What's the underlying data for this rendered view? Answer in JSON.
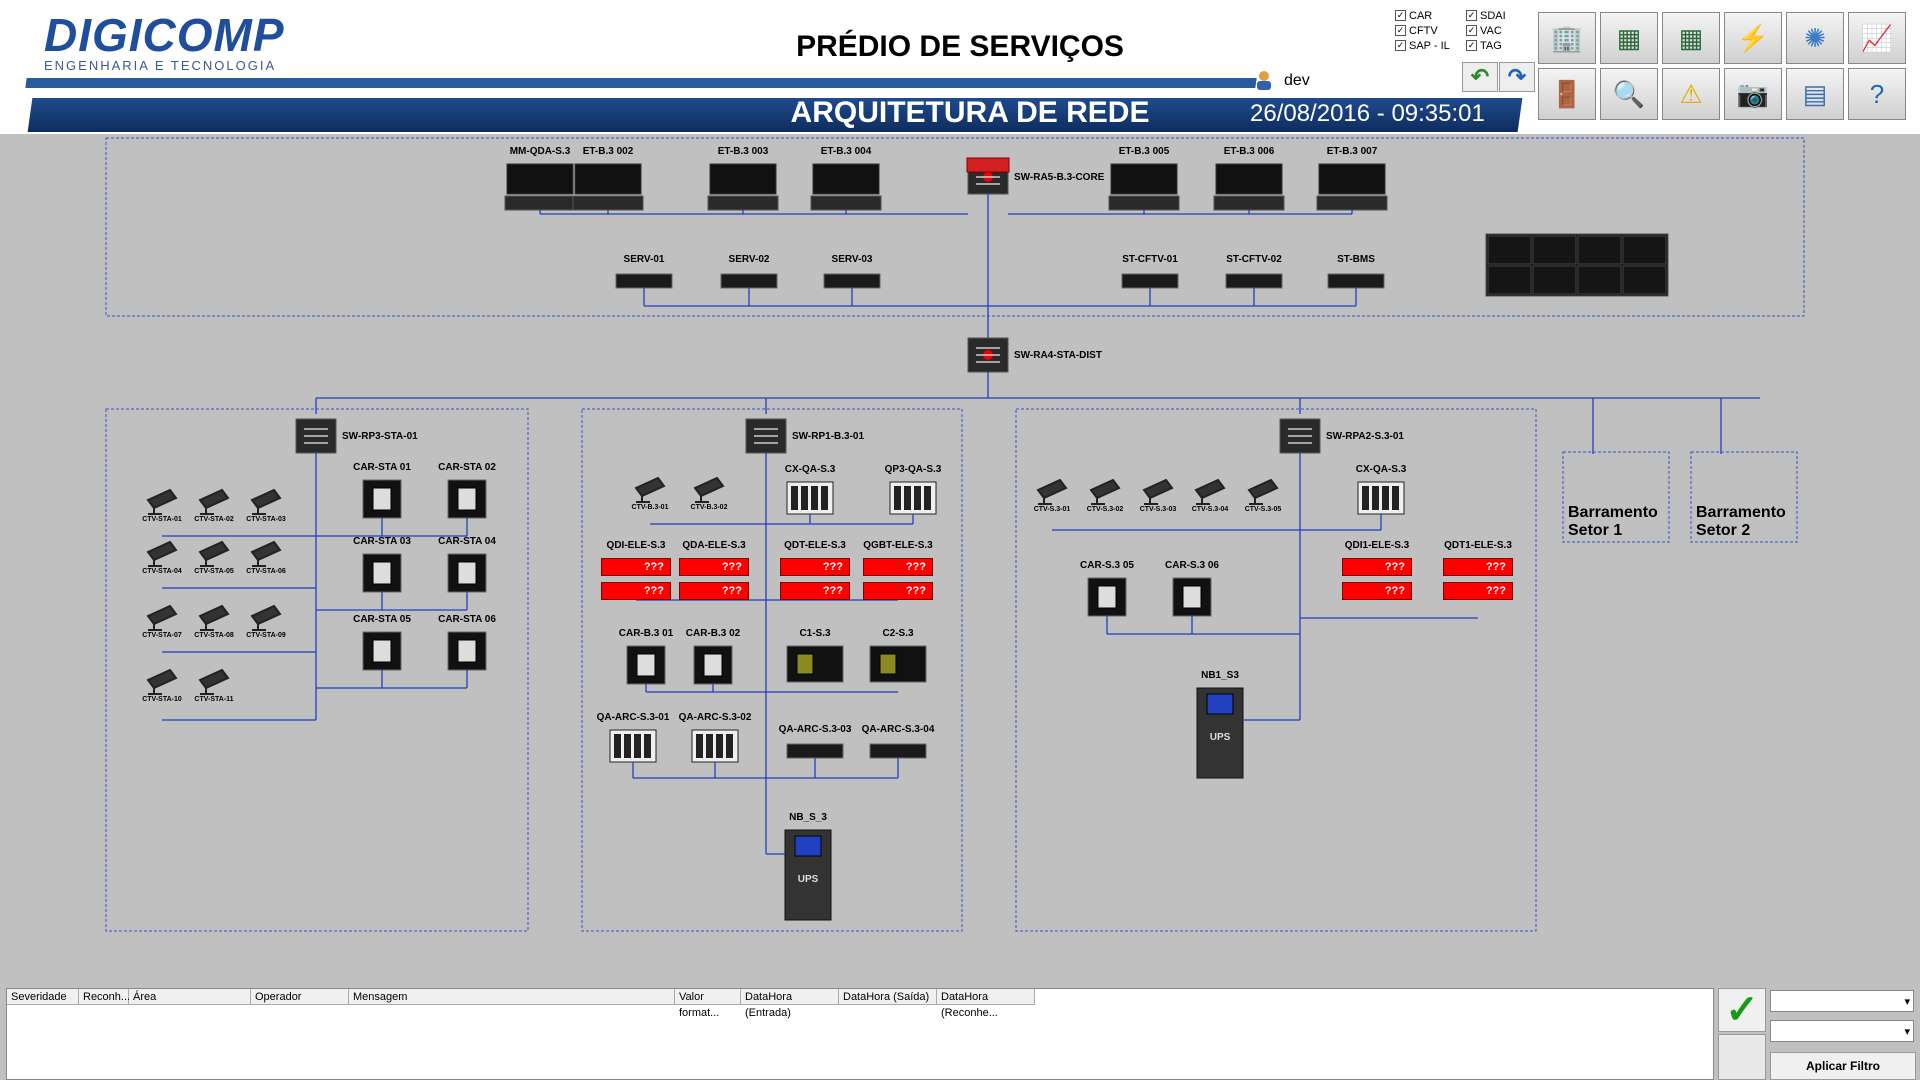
{
  "header": {
    "logo": "DIGICOMP",
    "logo_sub": "ENGENHARIA E TECNOLOGIA",
    "title": "PRÉDIO DE SERVIÇOS",
    "subtitle": "ARQUITETURA DE REDE",
    "datetime": "26/08/2016 - 09:35:01",
    "user": "dev"
  },
  "filters": [
    {
      "label": "CAR",
      "checked": true
    },
    {
      "label": "CFTV",
      "checked": true
    },
    {
      "label": "SAP - IL",
      "checked": true
    },
    {
      "label": "SDAI",
      "checked": true
    },
    {
      "label": "VAC",
      "checked": true
    },
    {
      "label": "TAG",
      "checked": true
    }
  ],
  "toolbar": {
    "row1": [
      "building-icon",
      "floorplan-icon",
      "floorplan2-icon",
      "electric-warning-icon",
      "network-icon",
      "trend-chart-icon"
    ],
    "row2": [
      "exit-door-icon",
      "search-icon",
      "alarm-warning-icon",
      "camera-snapshot-icon",
      "calculator-icon",
      "help-icon"
    ],
    "glyphs1": [
      "🏢",
      "▦",
      "▦",
      "⚡",
      "✺",
      "📈"
    ],
    "glyphs2": [
      "🚪",
      "🔍",
      "⚠",
      "📷",
      "▤",
      "?"
    ]
  },
  "diagram": {
    "core_switch": "SW-RA5-B.3-CORE",
    "dist_switch": "SW-RA4-STA-DIST",
    "workstations": [
      "MM-QDA-S.3",
      "ET-B.3 002",
      "ET-B.3 003",
      "ET-B.3 004",
      "ET-B.3 005",
      "ET-B.3 006",
      "ET-B.3 007"
    ],
    "servers": [
      "SERV-01",
      "SERV-02",
      "SERV-03",
      "ST-CFTV-01",
      "ST-CFTV-02",
      "ST-BMS"
    ],
    "zone1": {
      "switch": "SW-RP3-STA-01",
      "cameras": [
        "CTV-STA-01",
        "CTV-STA-02",
        "CTV-STA-03",
        "CTV-STA-04",
        "CTV-STA-05",
        "CTV-STA-06",
        "CTV-STA-07",
        "CTV-STA-08",
        "CTV-STA-09",
        "CTV-STA-10",
        "CTV-STA-11"
      ],
      "readers": [
        "CAR-STA 01",
        "CAR-STA 02",
        "CAR-STA 03",
        "CAR-STA 04",
        "CAR-STA 05",
        "CAR-STA 06"
      ]
    },
    "zone2": {
      "switch": "SW-RP1-B.3-01",
      "cameras": [
        "CTV-B.3-01",
        "CTV-B.3-02"
      ],
      "panels": [
        "CX-QA-S.3",
        "QP3-QA-S.3"
      ],
      "meters": [
        "QDI-ELE-S.3",
        "QDA-ELE-S.3",
        "QDT-ELE-S.3",
        "QGBT-ELE-S.3"
      ],
      "readers": [
        "CAR-B.3 01",
        "CAR-B.3 02"
      ],
      "controllers": [
        "C1-S.3",
        "C2-S.3"
      ],
      "arc": [
        "QA-ARC-S.3-01",
        "QA-ARC-S.3-02",
        "QA-ARC-S.3-03",
        "QA-ARC-S.3-04"
      ],
      "ups": "NB_S_3",
      "ups_label": "UPS",
      "alarm": "???"
    },
    "zone3": {
      "switch": "SW-RPA2-S.3-01",
      "cameras": [
        "CTV-S.3-01",
        "CTV-S.3-02",
        "CTV-S.3-03",
        "CTV-S.3-04",
        "CTV-S.3-05"
      ],
      "panel": "CX-QA-S.3",
      "meters": [
        "QDI1-ELE-S.3",
        "QDT1-ELE-S.3"
      ],
      "readers": [
        "CAR-S.3 05",
        "CAR-S.3 06"
      ],
      "ups": "NB1_S3",
      "ups_label": "UPS"
    },
    "bar1": "Barramento\nSetor 1",
    "bar2": "Barramento\nSetor 2"
  },
  "alarm_grid": {
    "columns": [
      "Severidade",
      "Reconh...",
      "Área",
      "Operador",
      "Mensagem",
      "Valor format...",
      "DataHora (Entrada)",
      "DataHora (Saída)",
      "DataHora (Reconhe..."
    ],
    "apply_label": "Aplicar Filtro"
  },
  "colors": {
    "line": "#1f3fbf",
    "alarm": "#ff0000",
    "header_band": "#1e4b8e"
  }
}
